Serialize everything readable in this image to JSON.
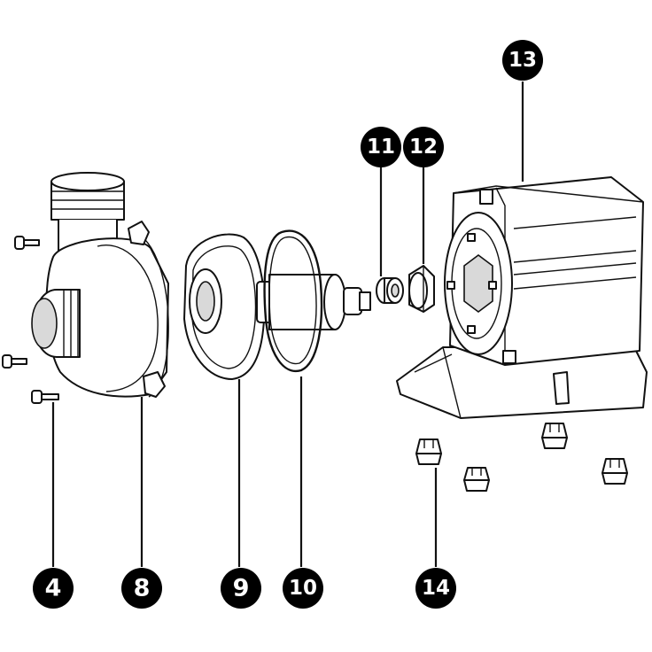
{
  "callouts": [
    {
      "id": "4",
      "label": "4"
    },
    {
      "id": "8",
      "label": "8"
    },
    {
      "id": "9",
      "label": "9"
    },
    {
      "id": "10",
      "label": "10"
    },
    {
      "id": "11",
      "label": "11"
    },
    {
      "id": "12",
      "label": "12"
    },
    {
      "id": "13",
      "label": "13"
    },
    {
      "id": "14",
      "label": "14"
    }
  ],
  "colors": {
    "ink": "#111111",
    "callout_fill": "#000000",
    "callout_text": "#ffffff",
    "background": "#ffffff"
  }
}
